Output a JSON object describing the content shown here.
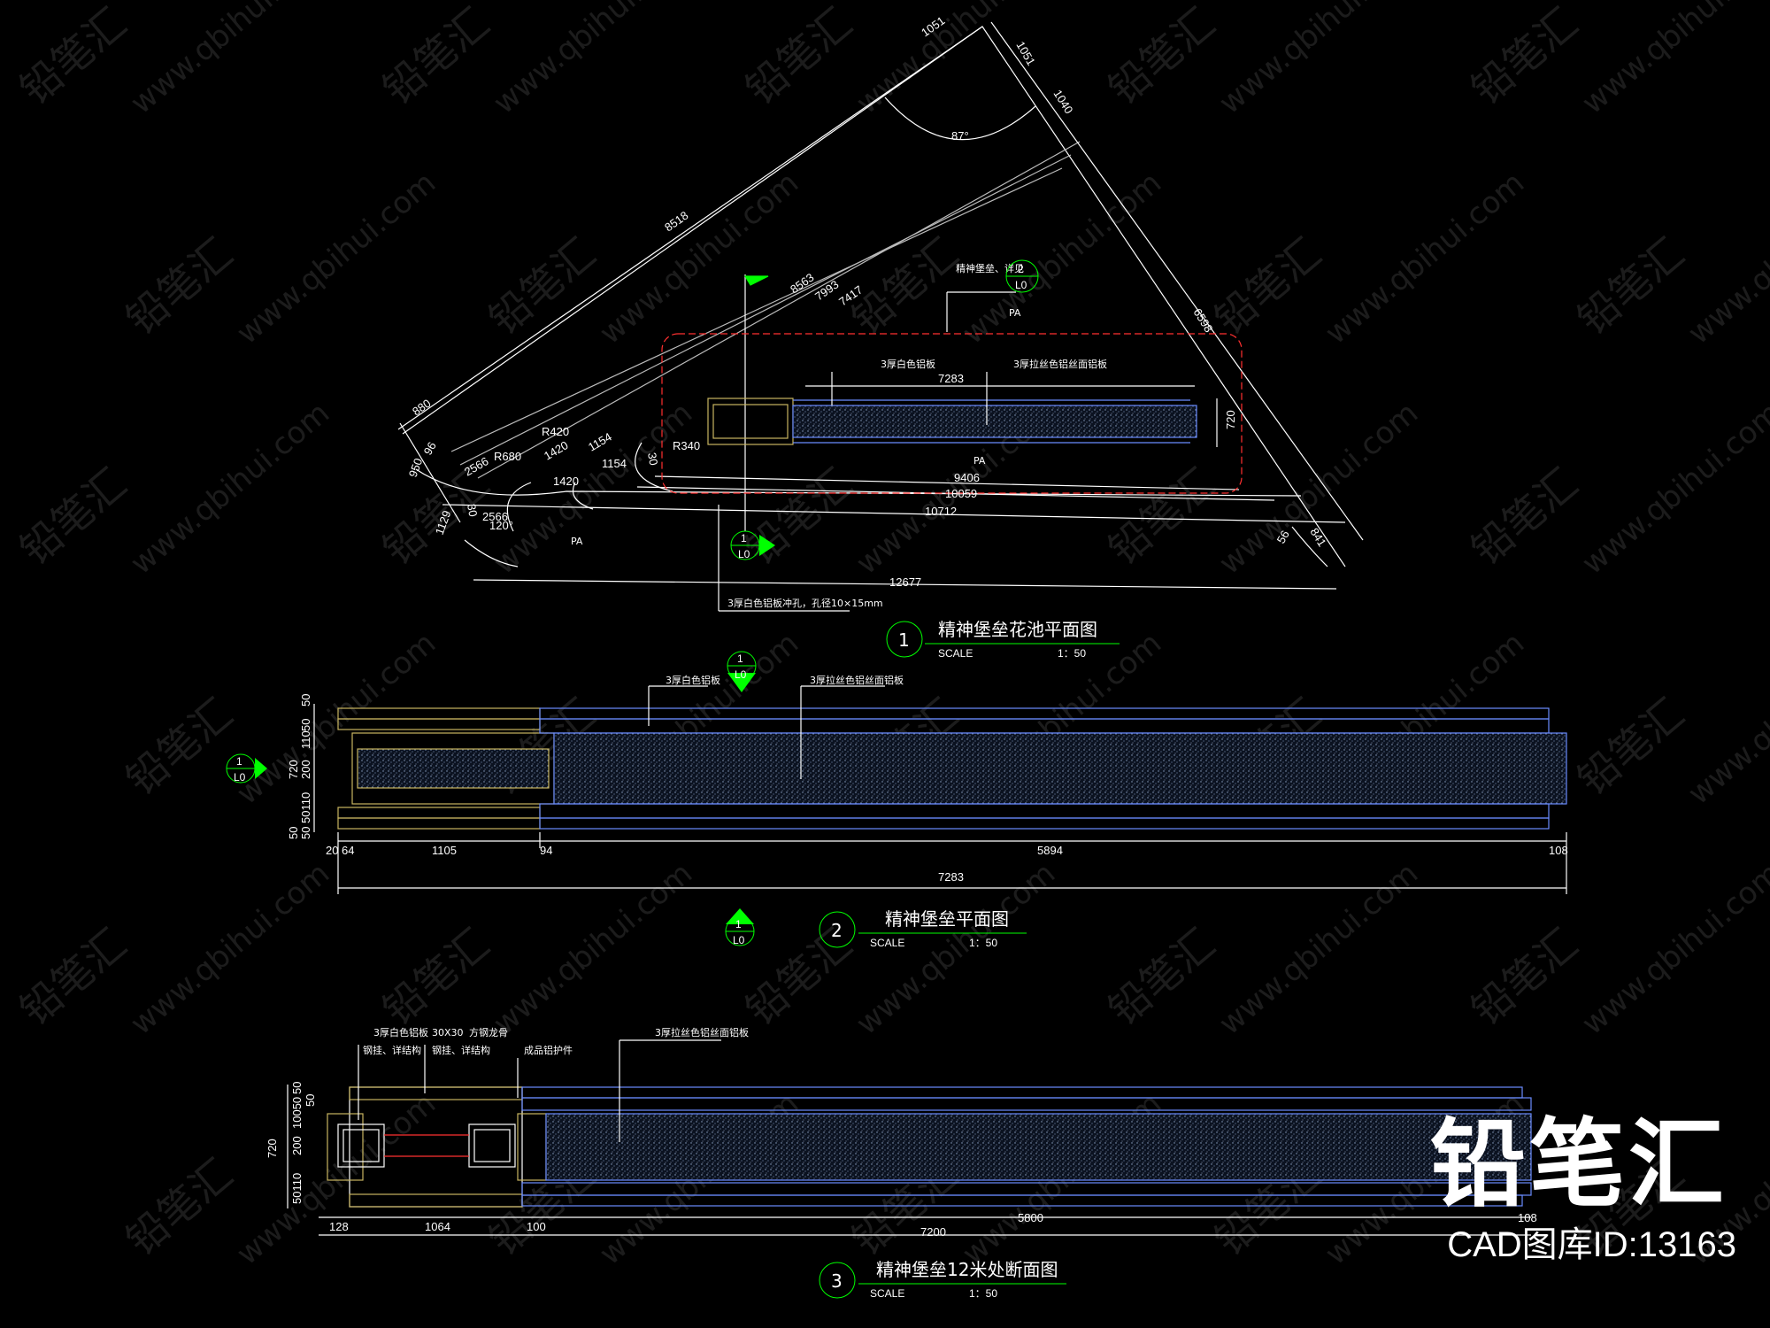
{
  "drawing_1": {
    "title": "精神堡垒花池平面图",
    "index": "1",
    "scale_label": "SCALE",
    "scale_value": "1：50",
    "dims": {
      "d1051a": "1051",
      "d1051b": "1051",
      "d1040": "1040",
      "angle87": "87°",
      "d8518": "8518",
      "d8563": "8563",
      "d7993": "7993",
      "d7417": "7417",
      "d6598": "6598",
      "d880": "880",
      "d96": "96",
      "d950": "950",
      "d2566a": "2566",
      "d2566b": "2566",
      "r680": "R680",
      "r420": "R420",
      "d1420a": "1420",
      "d1420b": "1420",
      "d1154a": "1154",
      "d1154b": "1154",
      "r340": "R340",
      "d30a": "30",
      "d30b": "30",
      "d120": "120°",
      "d1129": "1129",
      "d7283": "7283",
      "d720": "720",
      "d9406": "9406",
      "d10059": "10059",
      "d10712": "10712",
      "d12677": "12677",
      "d841": "841",
      "d56": "56"
    },
    "labels": {
      "stone_white": "3厚白色铝板",
      "stone_grey": "3厚拉丝色铝丝面铝板",
      "elev_ref": "精神堡垒、详见",
      "pa1": "PA",
      "pa2": "PA",
      "pa3": "PA",
      "hole_note": "3厚白色铝板冲孔，孔径10×15mm"
    },
    "bubble_top": "2",
    "bubble_bottom": "L0"
  },
  "drawing_2": {
    "title": "精神堡垒平面图",
    "index": "2",
    "scale_label": "SCALE",
    "scale_value": "1：50",
    "labels": {
      "stone_white": "3厚白色铝板",
      "stone_grey": "3厚拉丝色铝丝面铝板"
    },
    "dims_h": {
      "d20": "20",
      "d64": "64",
      "d1105": "1105",
      "d94": "94",
      "d5894": "5894",
      "d108": "108",
      "d7283": "7283"
    },
    "dims_v": {
      "v50a": "50",
      "v50b": "50",
      "v110a": "110",
      "v720": "720",
      "v200": "200",
      "v50110": "50110",
      "v50c": "50",
      "v50d": "50"
    }
  },
  "drawing_3": {
    "title": "精神堡垒12米处断面图",
    "index": "3",
    "scale_label": "SCALE",
    "scale_value": "1：50",
    "labels": {
      "stone_white": "3厚白色铝板",
      "steel": "30X30",
      "steel2": "方钢龙骨",
      "fix1": "钢挂、详结构",
      "fix2": "钢挂、详结构",
      "base": "成品铝护件",
      "stone_grey": "3厚拉丝色铝丝面铝板"
    },
    "dims_h": {
      "d128": "128",
      "d1064": "1064",
      "d100": "100",
      "d7200": "7200",
      "d5800": "5800",
      "d108": "108"
    },
    "dims_v": {
      "v720": "720",
      "v10050": "10050",
      "v50": "50",
      "v200": "200",
      "v50110": "50110",
      "v50b": "50"
    }
  },
  "section_marks": {
    "top": "1",
    "bottom": "L0"
  },
  "watermark": {
    "brand": "铅笔汇",
    "url": "www.qbihui.com"
  },
  "brand": {
    "name": "铅笔汇",
    "cad_id": "CAD图库ID:13163"
  },
  "colors": {
    "background": "#000000",
    "line": "#ffffff",
    "grey_line": "#9a9a9a",
    "accent_green": "#00ff00",
    "gold": "#c8b560",
    "blue_edge": "#6a8cff",
    "red_outline": "#ff3030"
  }
}
